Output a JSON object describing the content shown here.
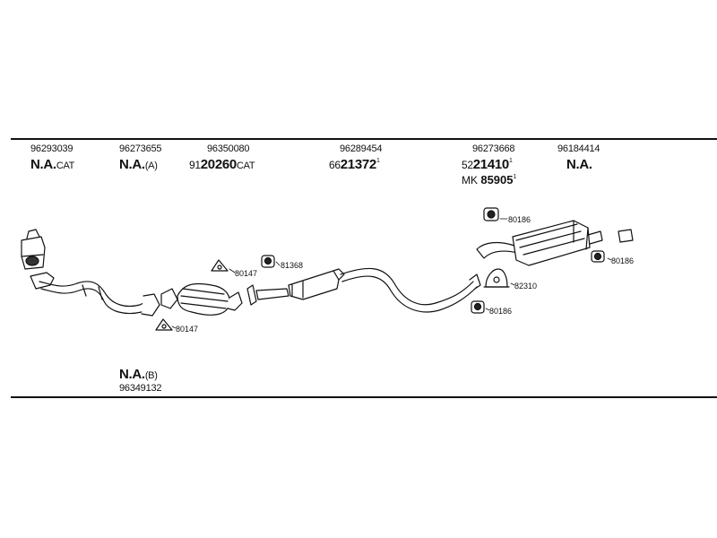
{
  "columns": [
    {
      "top": "96293039",
      "main": "N.A.",
      "suffix": "CAT"
    },
    {
      "top": "96273655",
      "main": "N.A.",
      "suffix": "(A)"
    },
    {
      "top": "96350080",
      "prefix": "91",
      "main": "20260",
      "suffix": "CAT"
    },
    {
      "top": "96289454",
      "prefix": "66",
      "main": "21372",
      "sup": "1"
    },
    {
      "top": "96273668",
      "prefix": "52",
      "main": "21410",
      "sup": "1",
      "extra": {
        "prefix": "MK",
        "main": "85905",
        "sup": "1"
      }
    },
    {
      "top": "96184414",
      "main": "N.A."
    }
  ],
  "bottom": {
    "main": "N.A.",
    "suffix": "(B)",
    "number": "96349132"
  },
  "callouts": [
    "80186",
    "80186",
    "80147",
    "81368",
    "82310",
    "80186",
    "80147"
  ],
  "colors": {
    "ink": "#111111",
    "background": "#ffffff"
  }
}
